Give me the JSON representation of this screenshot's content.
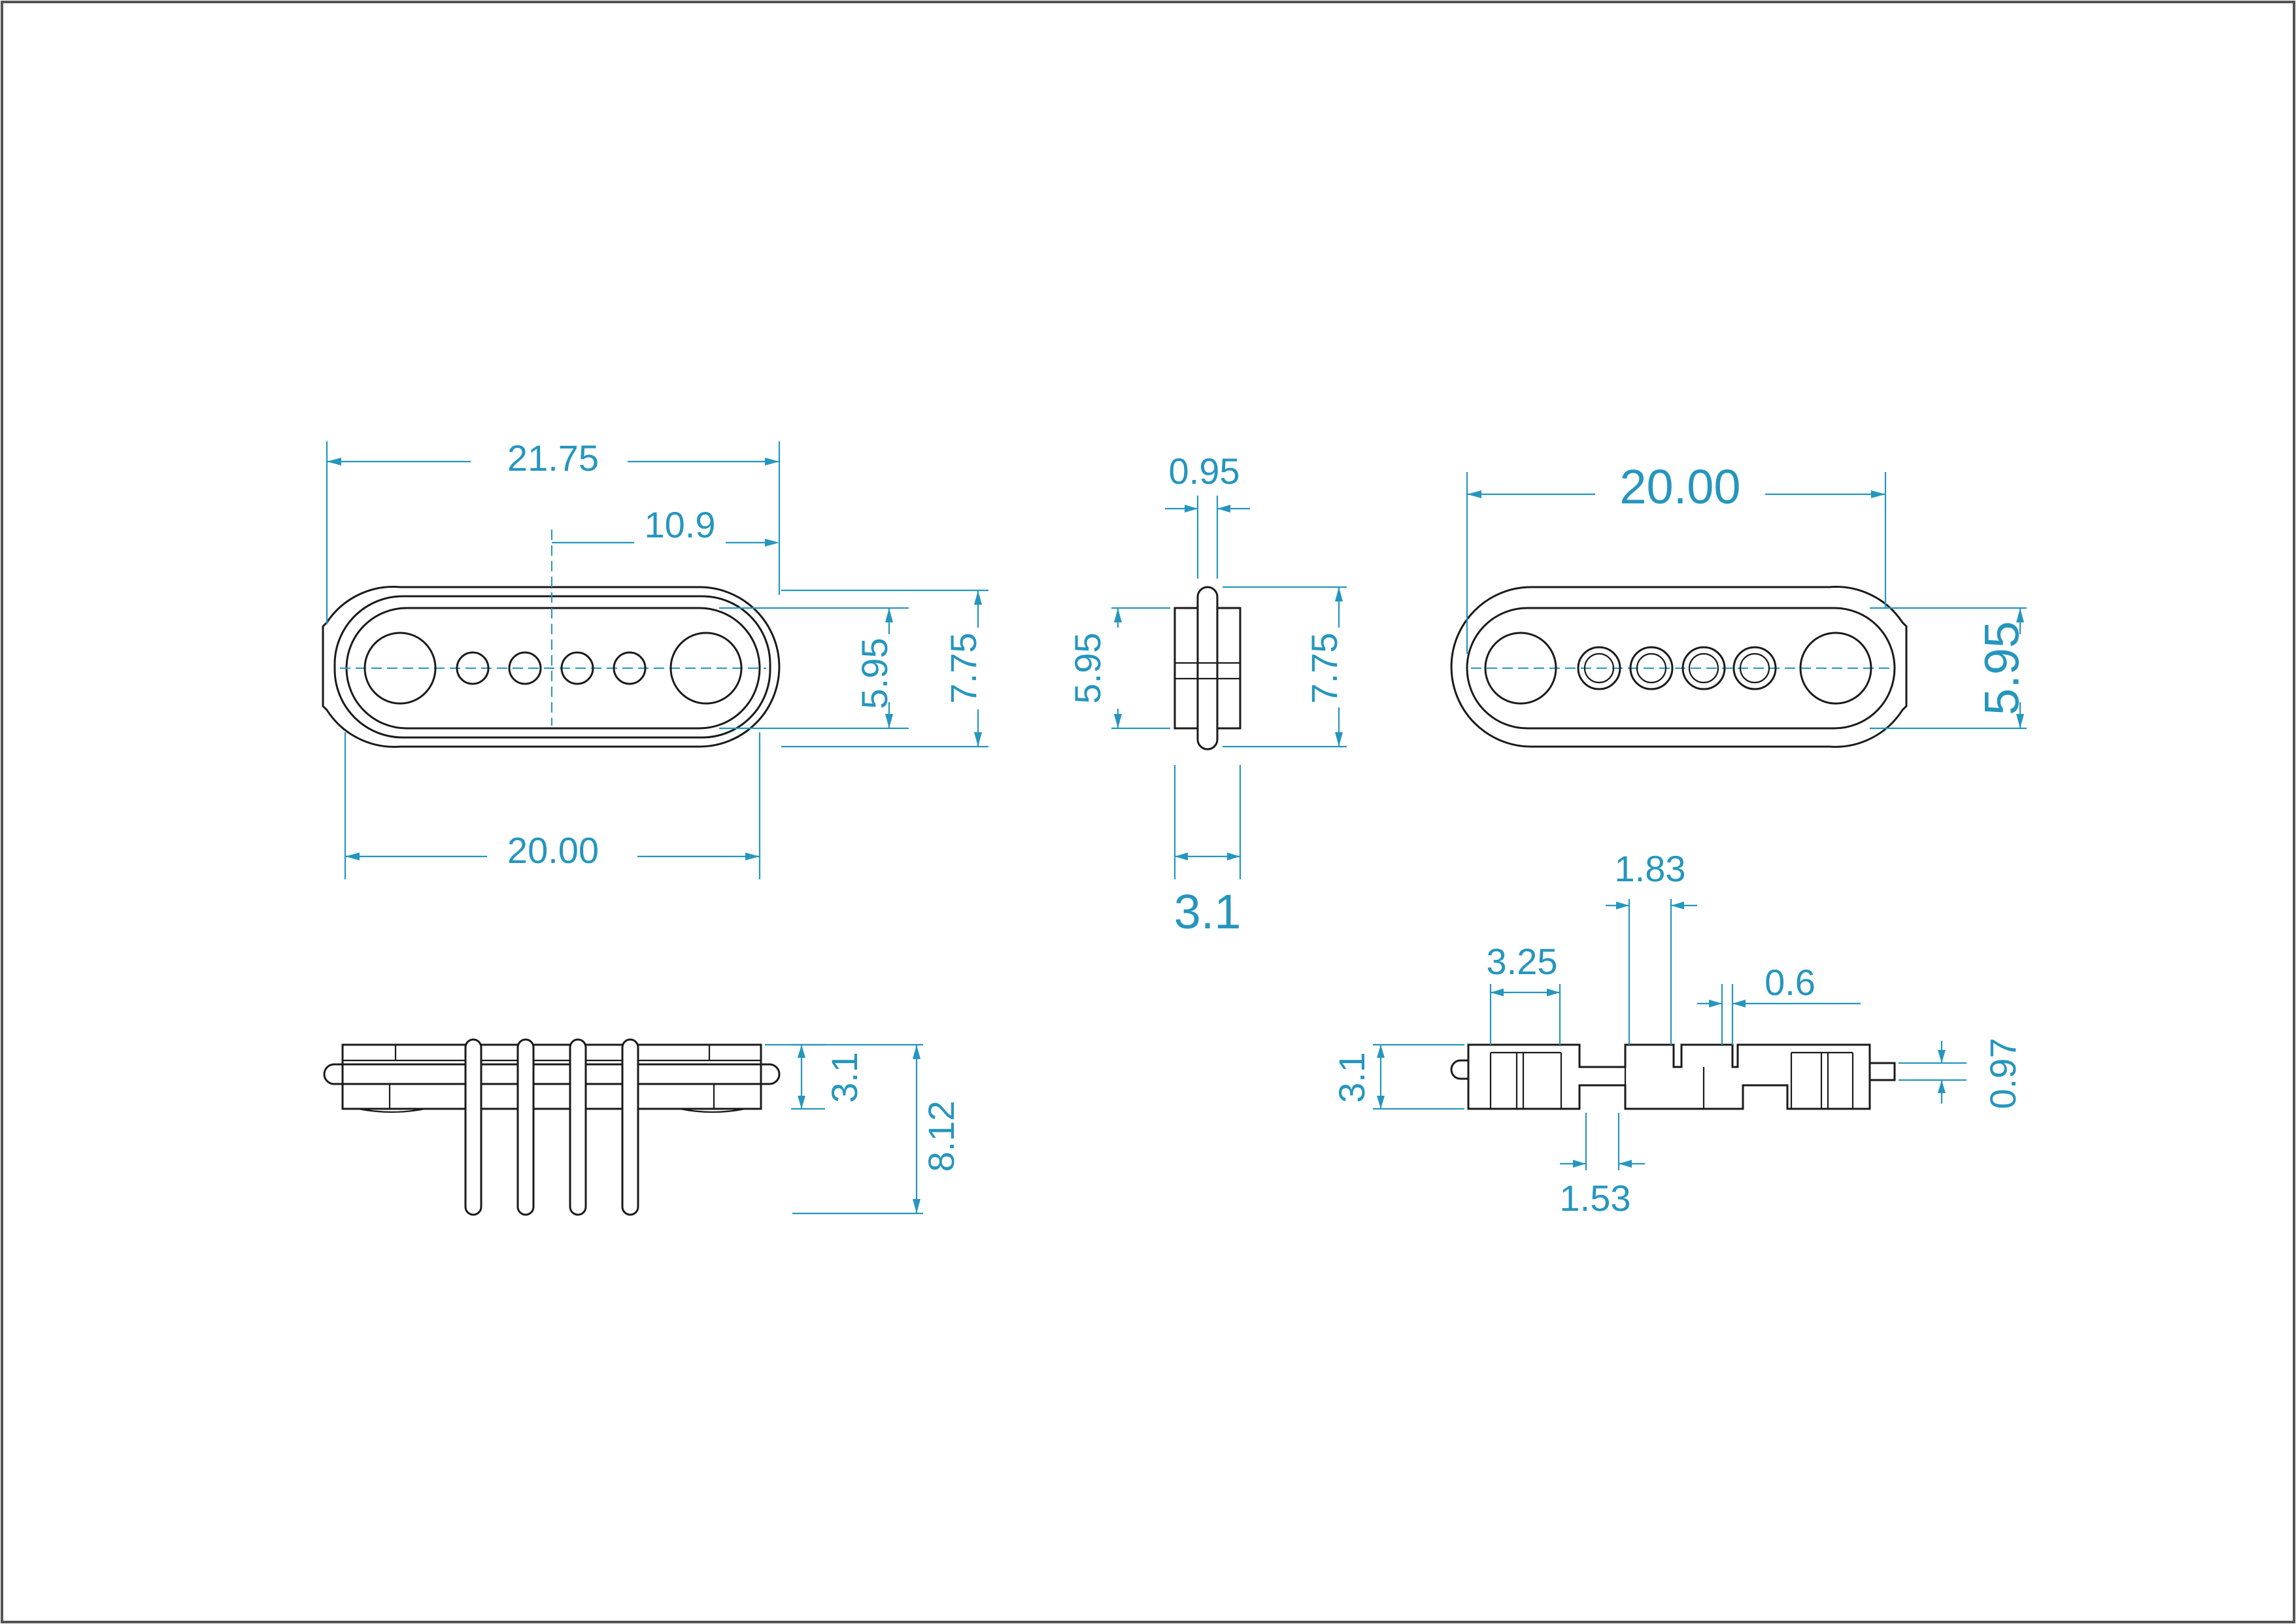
{
  "colors": {
    "dimension": "#2596be",
    "line": "#1a1a1a",
    "frame": "#555555",
    "background": "#ffffff"
  },
  "dimensions": {
    "top_left": {
      "overall_length": "21.75",
      "center_offset": "10.9",
      "body_length": "20.00",
      "inner_height": "5.95",
      "outer_height": "7.75"
    },
    "side_view": {
      "pin_dia": "0.95",
      "inner_height": "5.95",
      "outer_height": "7.75",
      "thickness": "3.1"
    },
    "top_right": {
      "length": "20.00",
      "height": "5.95"
    },
    "bottom_left": {
      "thickness": "3.1",
      "total_height": "8.12"
    },
    "bottom_right": {
      "slot_width": "1.83",
      "segment_pitch": "3.25",
      "gap": "0.6",
      "thickness": "3.1",
      "tab": "0.97",
      "bottom_width": "1.53"
    }
  }
}
